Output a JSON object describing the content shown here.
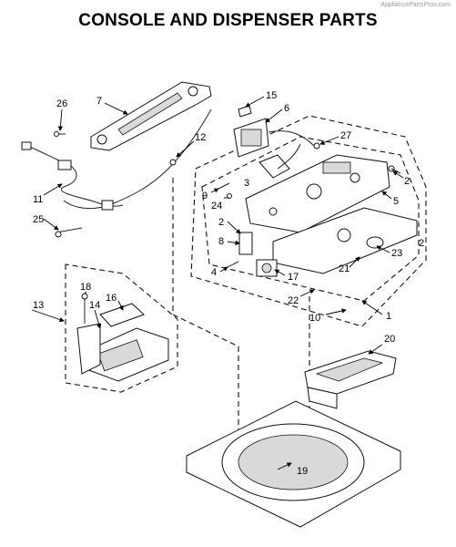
{
  "watermark": "AppliancePartsPros.com",
  "title": "CONSOLE AND DISPENSER PARTS",
  "labels": {
    "p1": "1",
    "p2a": "2",
    "p2b": "2",
    "p2c": "2",
    "p3": "3",
    "p4": "4",
    "p5": "5",
    "p6": "6",
    "p7": "7",
    "p8": "8",
    "p9": "9",
    "p10": "10",
    "p11": "11",
    "p12": "12",
    "p13": "13",
    "p14": "14",
    "p15": "15",
    "p16": "16",
    "p17": "17",
    "p18": "18",
    "p19": "19",
    "p20": "20",
    "p21": "21",
    "p22": "22",
    "p23": "23",
    "p24": "24",
    "p25": "25",
    "p26": "26",
    "p27": "27"
  }
}
